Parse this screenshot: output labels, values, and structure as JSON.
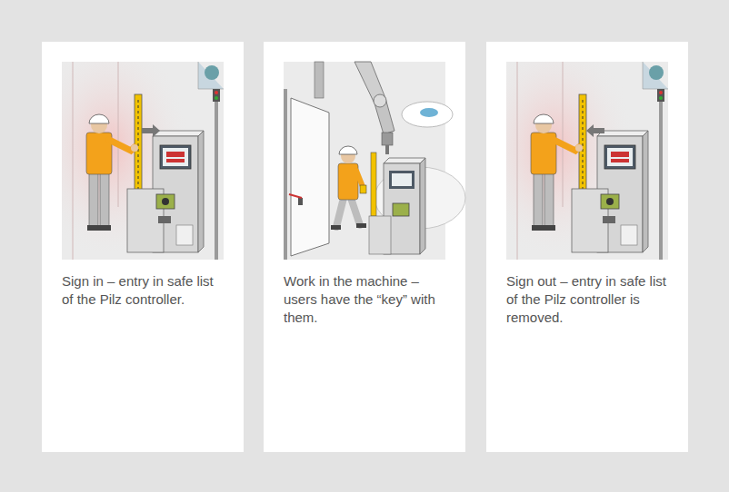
{
  "diagram": {
    "nodes": [
      {
        "text": [
          "Sign in – entry in safe list of the Pilz controller."
        ]
      },
      {
        "text": [
          "Work in the machine – users have the “key” with them."
        ]
      },
      {
        "text": [
          "Sign out – entry in safe list of the Pilz controller is removed."
        ]
      }
    ]
  }
}
